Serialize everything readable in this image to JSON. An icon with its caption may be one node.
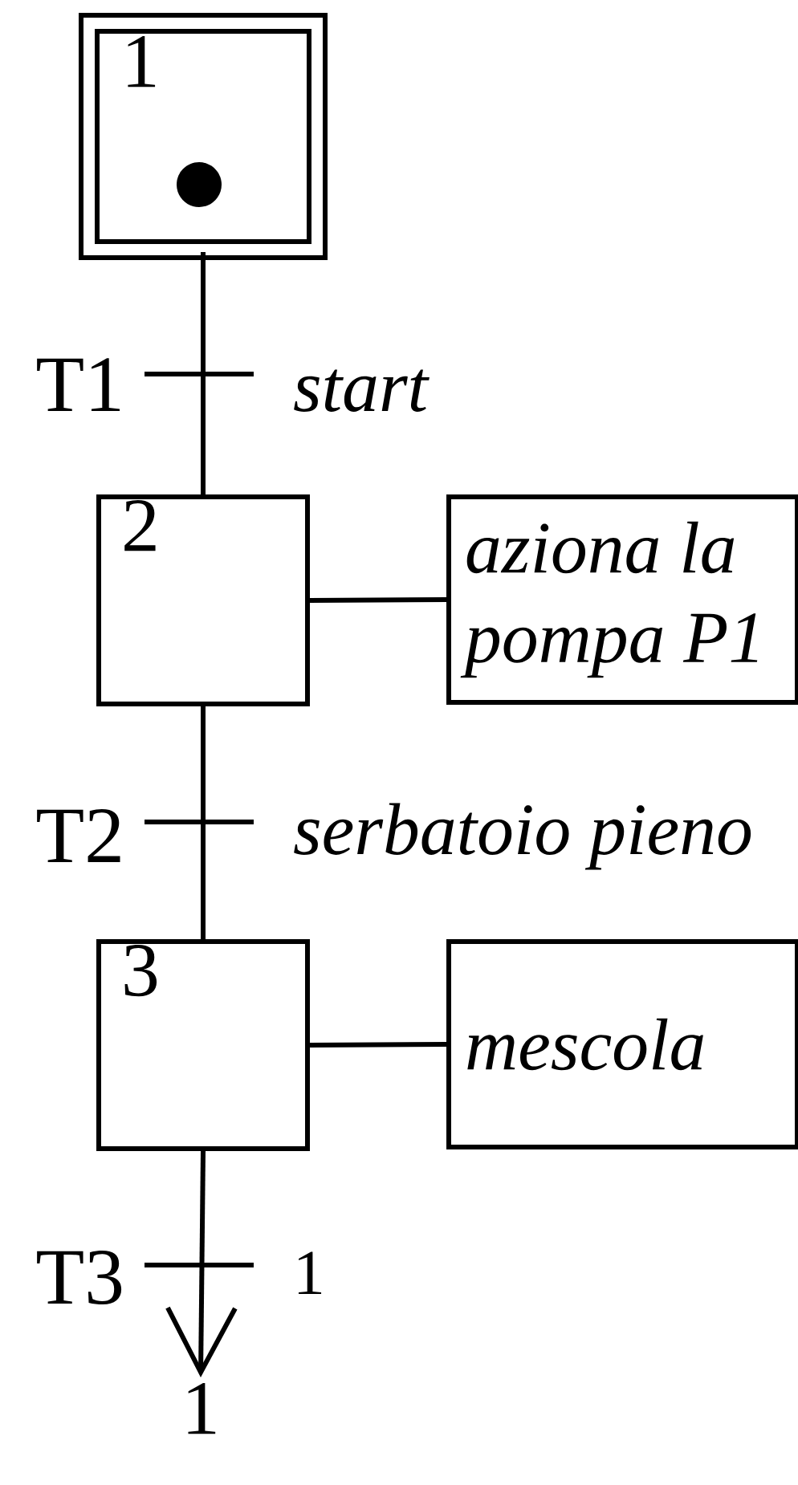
{
  "diagram": {
    "nodes": [
      {
        "text": [
          "1"
        ]
      },
      {
        "text": [
          "2"
        ]
      },
      {
        "text": [
          "aziona la pompa P1"
        ]
      },
      {
        "text": [
          "3"
        ]
      },
      {
        "text": [
          "mescola"
        ]
      },
      {
        "text": [
          "1"
        ]
      }
    ],
    "edges": [
      {
        "from": 0,
        "to": 1,
        "arrow": "none",
        "label": "start"
      },
      {
        "from": 1,
        "to": 2,
        "arrow": "none"
      },
      {
        "from": 1,
        "to": 3,
        "arrow": "none",
        "label": "serbatoio pieno"
      },
      {
        "from": 3,
        "to": 4,
        "arrow": "none"
      },
      {
        "from": 3,
        "to": 5,
        "arrow": "to",
        "label": "1"
      }
    ],
    "labels": [
      "T1",
      "T2",
      "T3"
    ]
  }
}
